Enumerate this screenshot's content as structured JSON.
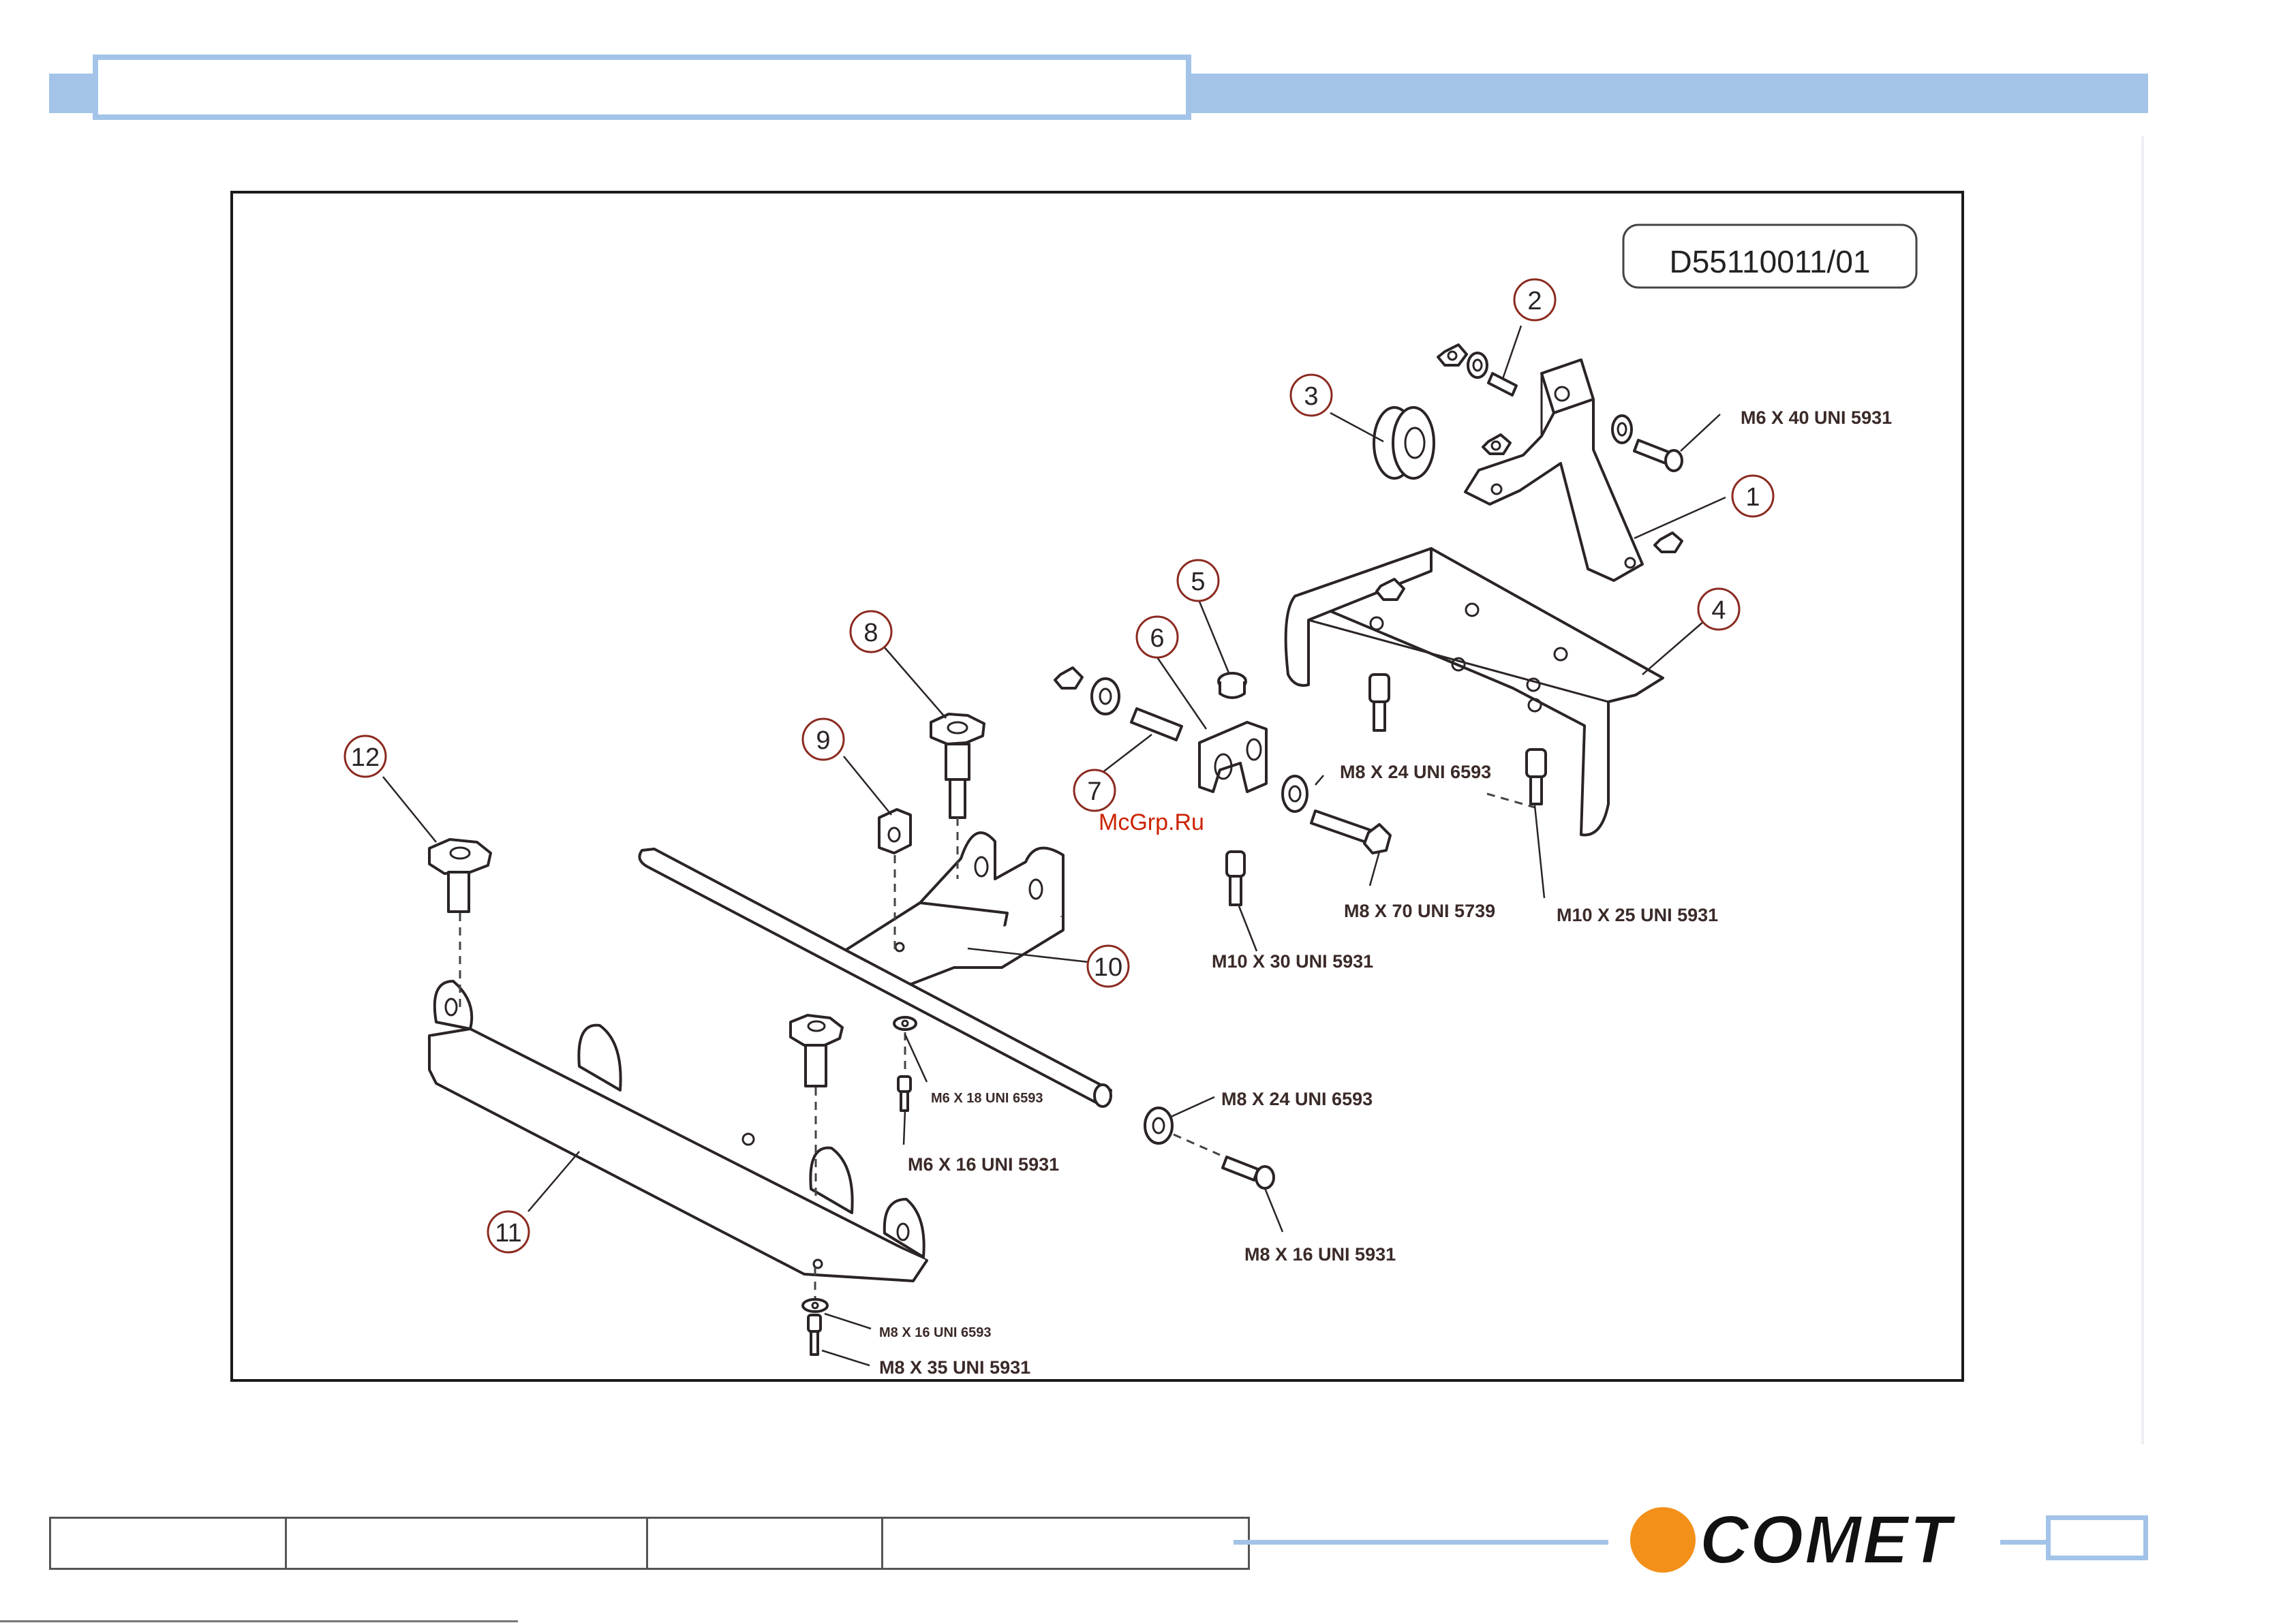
{
  "drawing": {
    "code": "D55110011/01",
    "watermark": "McGrp.Ru",
    "balloons": [
      "1",
      "2",
      "3",
      "4",
      "5",
      "6",
      "7",
      "8",
      "9",
      "10",
      "11",
      "12"
    ],
    "specs": {
      "s1": "M6 X 40 UNI 5931",
      "s2": "M8 X 24 UNI 6593",
      "s3": "M8 X 70 UNI 5739",
      "s4": "M10 X 25 UNI 5931",
      "s5": "M10 X 30 UNI 5931",
      "s6": "M6 X 18 UNI 6593",
      "s7": "M6 X 16 UNI 5931",
      "s8": "M8 X 24 UNI 6593",
      "s9": "M8 X 16 UNI 5931",
      "s10": "M8 X 16 UNI 6593",
      "s11": "M8 X 35 UNI 5931"
    }
  },
  "footer": {
    "brand": "COMET"
  },
  "colors": {
    "header_blue": "#a3c4e8",
    "logo_orange": "#f39019",
    "balloon_red": "#8b2a20"
  }
}
